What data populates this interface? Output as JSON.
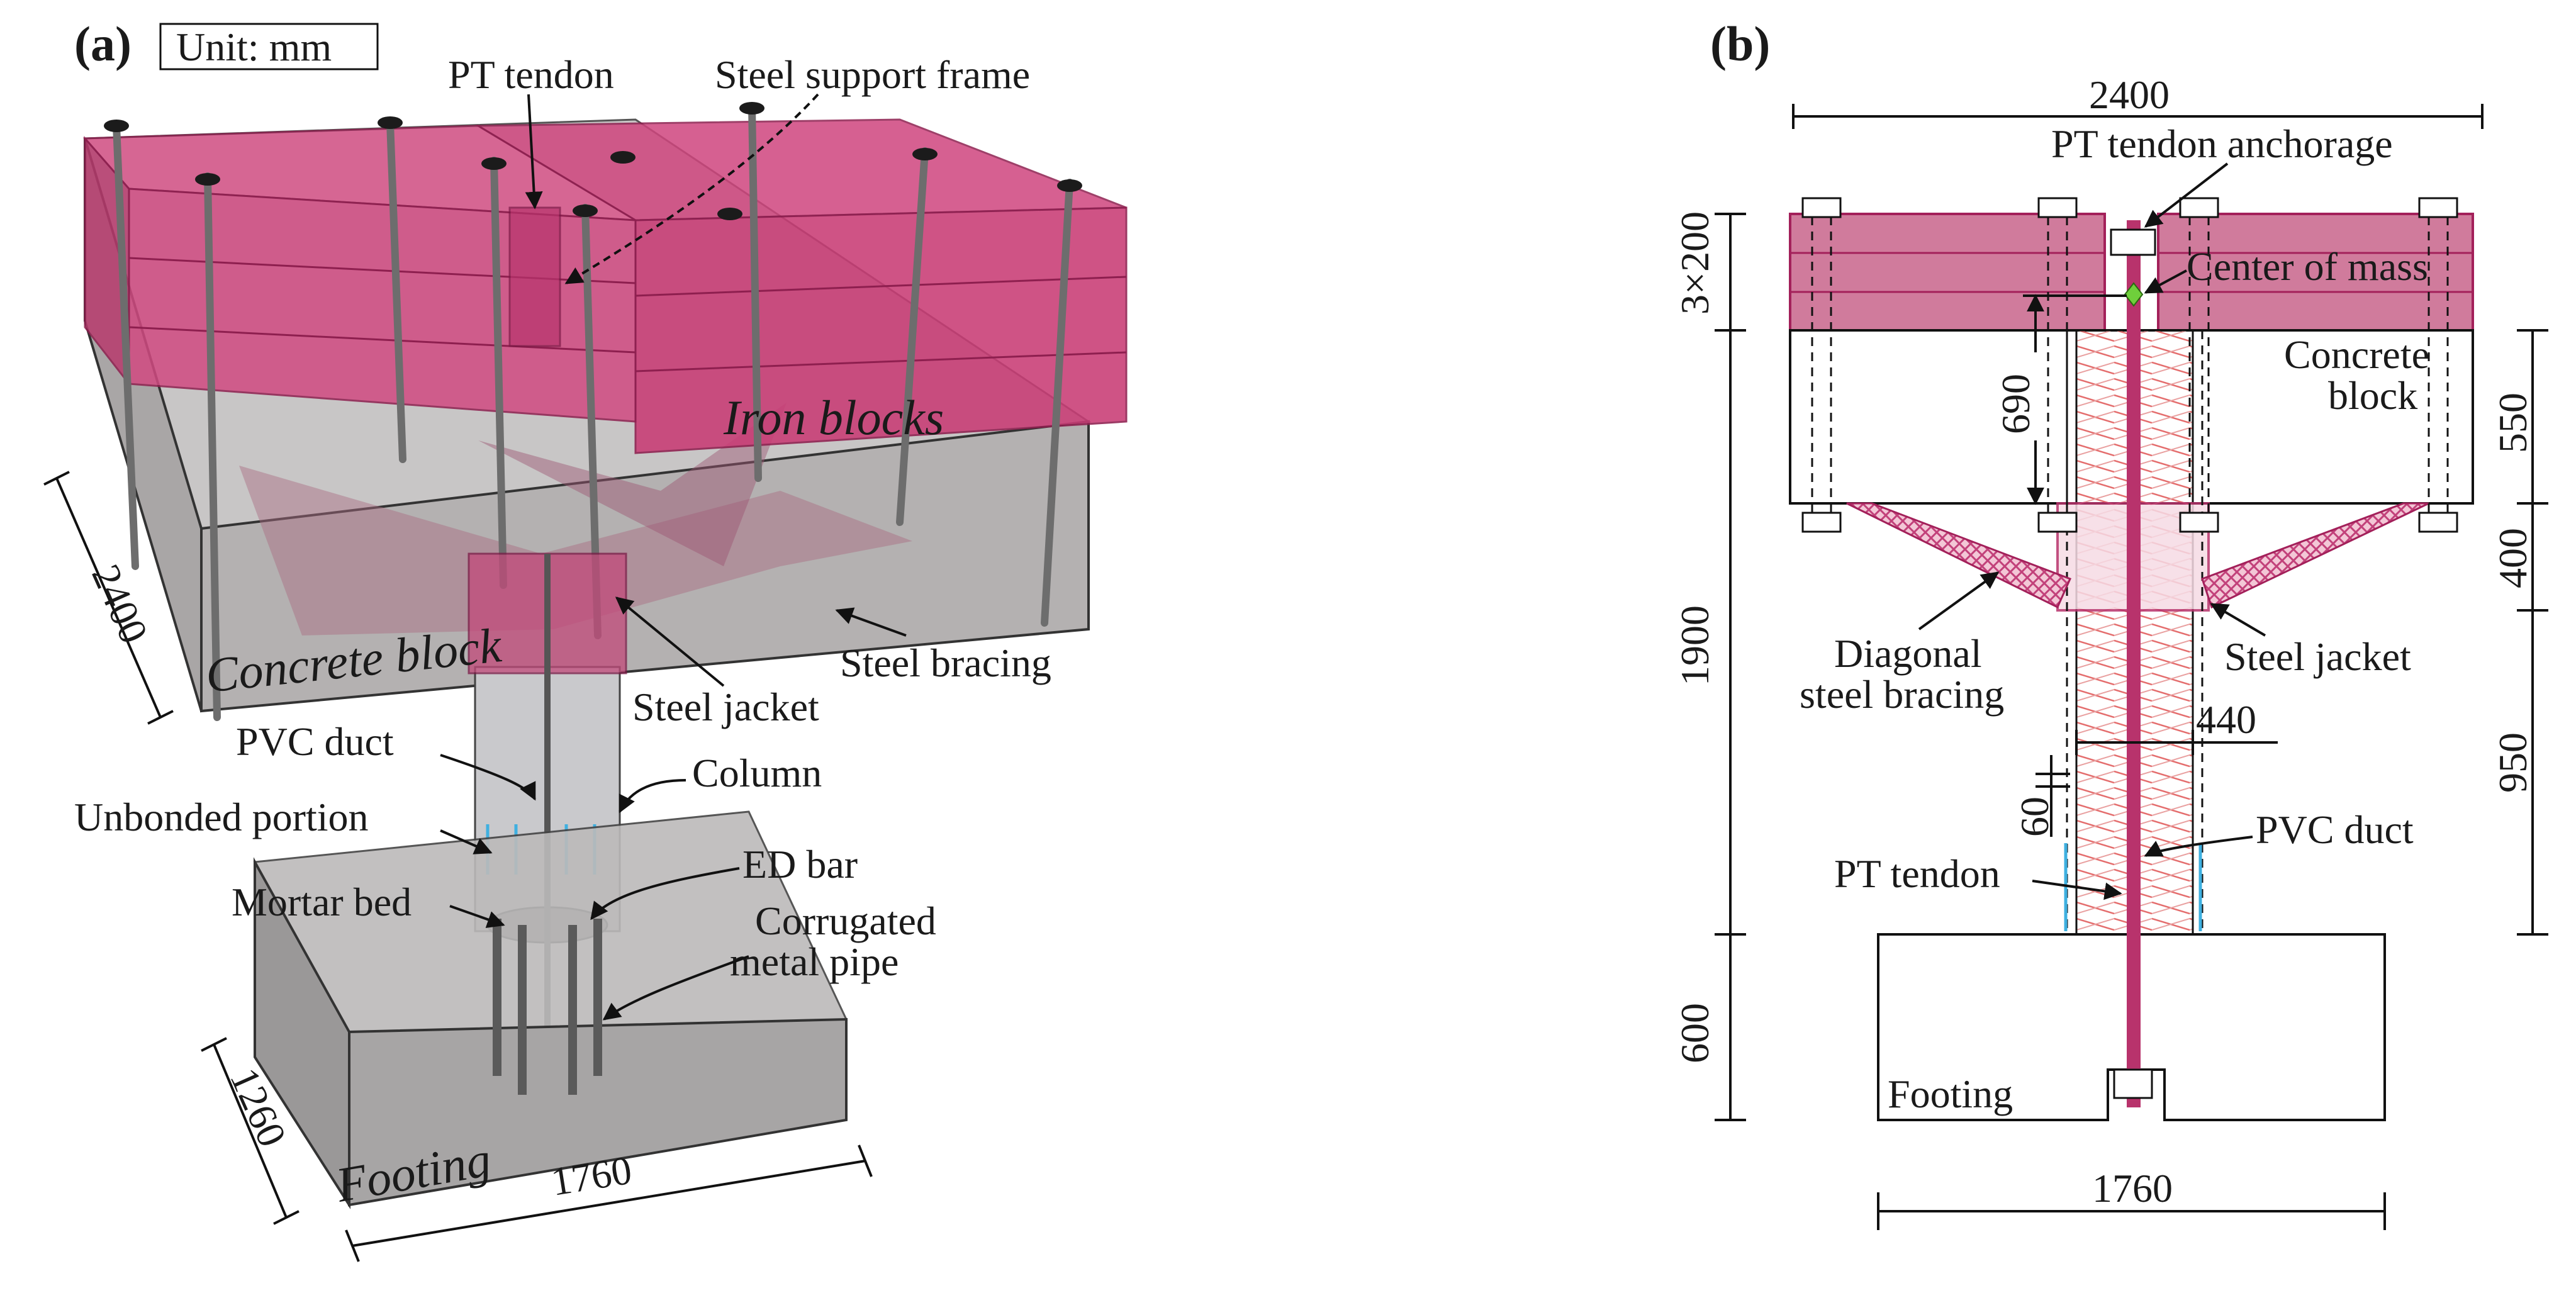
{
  "panel_a": {
    "tag": "(a)",
    "unit": "Unit: mm",
    "labels": {
      "pt_tendon": "PT tendon",
      "steel_support_frame": "Steel support frame",
      "iron_blocks": "Iron blocks",
      "concrete_block": "Concrete block",
      "steel_bracing": "Steel bracing",
      "steel_jacket": "Steel jacket",
      "pvc_duct": "PVC duct",
      "column": "Column",
      "unbonded_portion": "Unbonded portion",
      "ed_bar": "ED bar",
      "mortar_bed": "Mortar bed",
      "corrugated_1": "Corrugated",
      "corrugated_2": "metal pipe",
      "footing": "Footing"
    },
    "dims": {
      "block_depth": "2400",
      "footing_depth": "1260",
      "footing_width": "1760"
    }
  },
  "panel_b": {
    "tag": "(b)",
    "labels": {
      "anchorage": "PT tendon anchorage",
      "center_of_mass": "Center of mass",
      "concrete_1": "Concrete",
      "concrete_2": "block",
      "diag_1": "Diagonal",
      "diag_2": "steel bracing",
      "steel_jacket": "Steel jacket",
      "pvc_duct": "PVC duct",
      "pt_tendon": "PT tendon",
      "footing": "Footing"
    },
    "dims": {
      "top_width": "2400",
      "iron_height": "3×200",
      "cm_height": "690",
      "column_height": "1900",
      "footing_height": "600",
      "block_height": "550",
      "jacket_height": "400",
      "exposed_height": "950",
      "column_width": "440",
      "gap": "60",
      "footing_width": "1760"
    }
  },
  "colors": {
    "iron": "#d0457e",
    "iron_stroke": "#a3205a",
    "concrete": "#b4b1b1",
    "footing": "#a7a5a5",
    "tendon": "#b8336c",
    "spiral": "#e46d6d",
    "marker": "#6fcf3b",
    "duct": "#3fb0e0"
  }
}
